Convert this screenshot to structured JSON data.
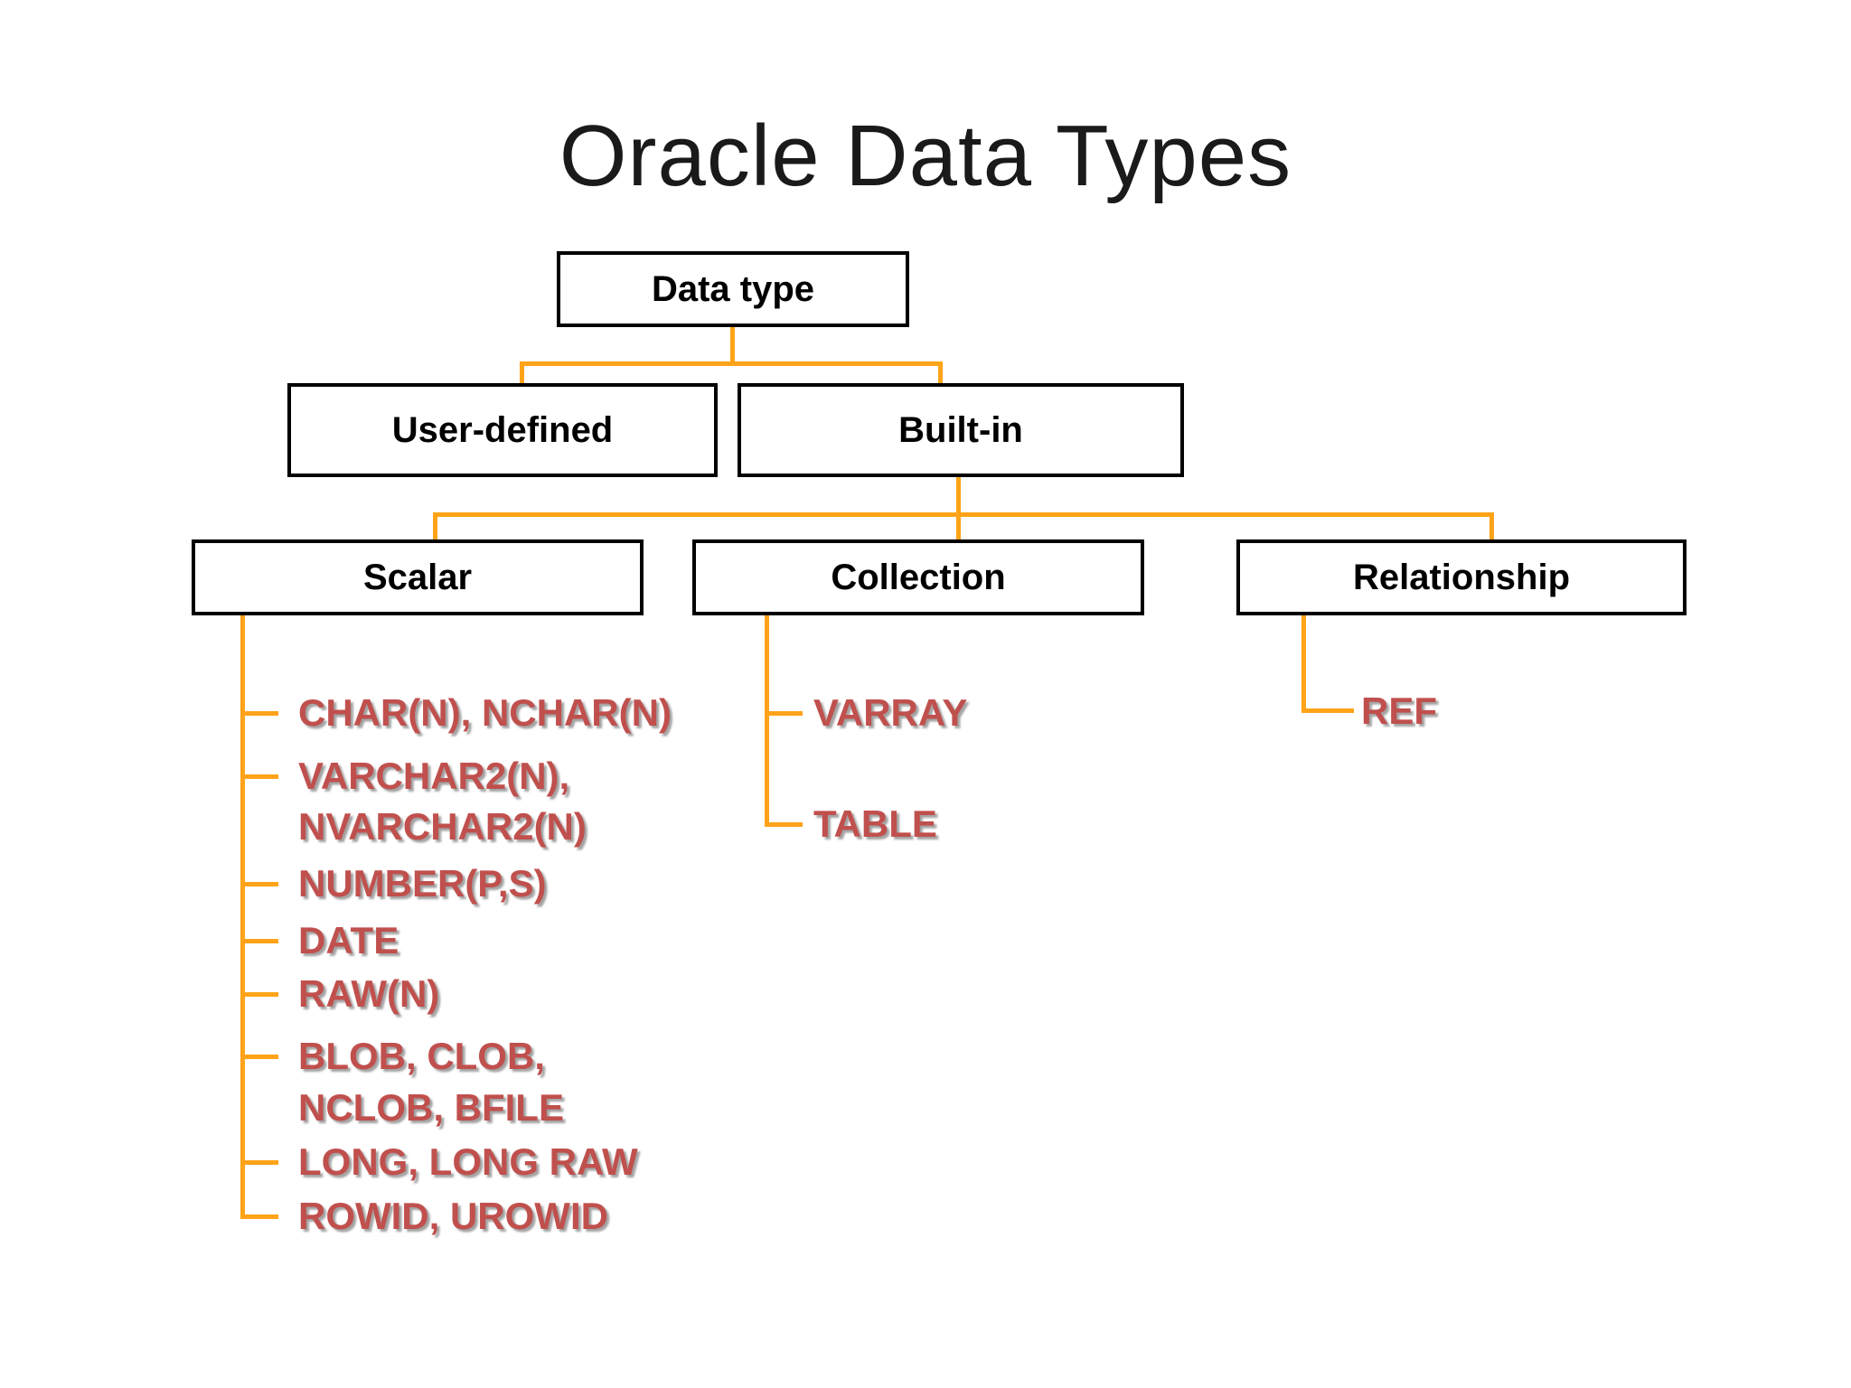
{
  "title": "Oracle Data Types",
  "nodes": {
    "data_type": "Data type",
    "user_defined": "User-defined",
    "built_in": "Built-in",
    "scalar": "Scalar",
    "collection": "Collection",
    "relationship": "Relationship"
  },
  "scalar_leaves": [
    "CHAR(N), NCHAR(N)",
    "VARCHAR2(N),",
    "NVARCHAR2(N)",
    "NUMBER(P,S)",
    "DATE",
    "RAW(N)",
    "BLOB, CLOB,",
    "NCLOB, BFILE",
    "LONG, LONG RAW",
    "ROWID, UROWID"
  ],
  "collection_leaves": [
    "VARRAY",
    "TABLE"
  ],
  "relationship_leaves": [
    "REF"
  ],
  "colors": {
    "connector": "#FFA319",
    "leaf_text": "#C0504D",
    "box_border": "#000000",
    "box_fill": "#FFFFFF",
    "title_text": "#1A1A1A",
    "background": "#FFFFFF"
  }
}
